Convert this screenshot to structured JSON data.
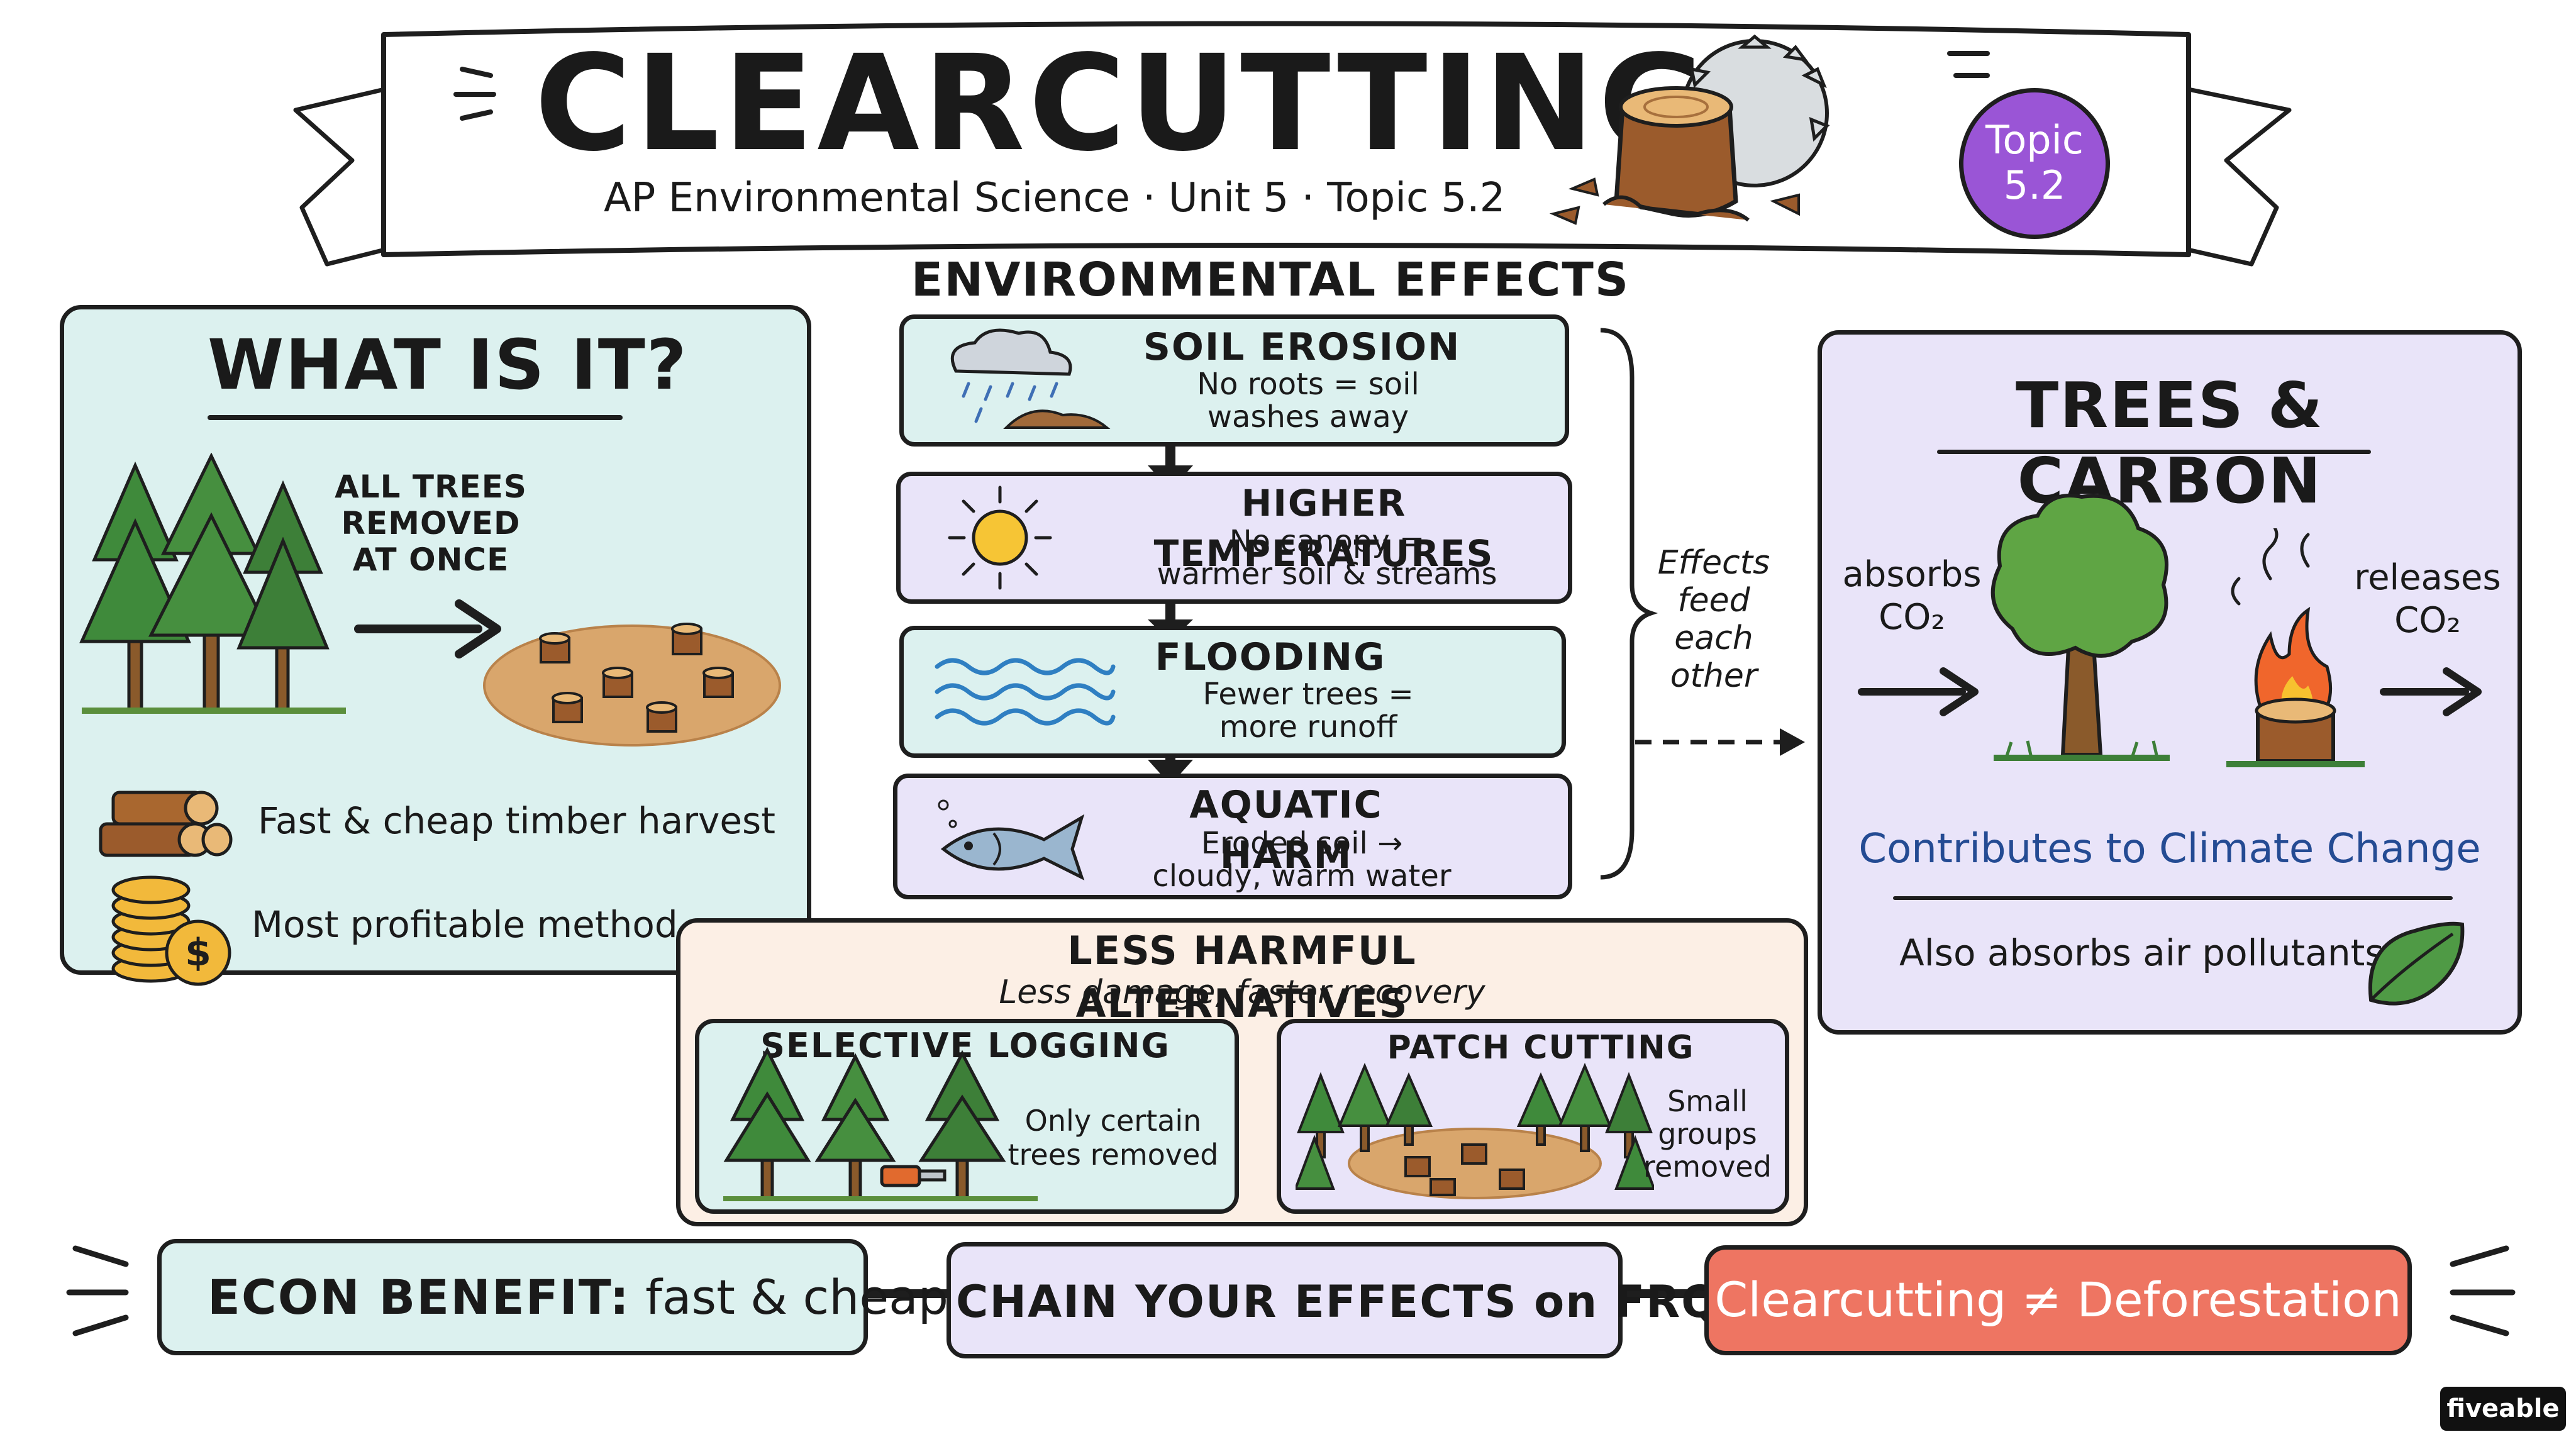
{
  "header": {
    "title": "CLEARCUTTING",
    "subtitle": "AP Environmental Science · Unit 5 · Topic 5.2",
    "badge_line1": "Topic",
    "badge_line2": "5.2"
  },
  "what_is_it": {
    "title": "WHAT IS IT?",
    "note": [
      "ALL TREES",
      "REMOVED",
      "AT ONCE"
    ],
    "points": [
      "Fast & cheap timber harvest",
      "Most profitable method"
    ]
  },
  "effects": {
    "title": "ENVIRONMENTAL EFFECTS",
    "items": [
      {
        "title": "SOIL EROSION",
        "desc": [
          "No roots = soil",
          "washes away"
        ]
      },
      {
        "title": "HIGHER TEMPERATURES",
        "desc": [
          "No canopy =",
          "warmer soil & streams"
        ]
      },
      {
        "title": "FLOODING",
        "desc": [
          "Fewer trees =",
          "more runoff"
        ]
      },
      {
        "title": "AQUATIC HARM",
        "desc": [
          "Eroded soil →",
          "cloudy, warm water"
        ]
      }
    ],
    "feed_note": [
      "Effects",
      "feed",
      "each",
      "other"
    ]
  },
  "carbon": {
    "title": "TREES & CARBON",
    "absorbs": "absorbs",
    "releases": "releases",
    "co2": "CO₂",
    "climate": "Contributes to Climate Change",
    "pollutants": "Also absorbs air pollutants"
  },
  "alternatives": {
    "title": "LESS HARMFUL ALTERNATIVES",
    "subtitle": "Less damage, faster recovery",
    "selective": {
      "title": "SELECTIVE LOGGING",
      "desc": [
        "Only certain",
        "trees removed"
      ]
    },
    "patch": {
      "title": "PATCH CUTTING",
      "desc": [
        "Small",
        "groups",
        "removed"
      ]
    }
  },
  "footer": {
    "econ_bold": "ECON BENEFIT:",
    "econ_rest": "fast & cheap",
    "chain": "CHAIN YOUR EFFECTS on FRQ",
    "deforestation": "Clearcutting ≠ Deforestation"
  },
  "brand": "fiveable",
  "colors": {
    "mint": "#dcf1ef",
    "lavender": "#e9e4f9",
    "cream": "#fcefe5",
    "purple_badge": "#9a55d6",
    "climate_blue": "#244b93",
    "coral": "#ee7562"
  }
}
